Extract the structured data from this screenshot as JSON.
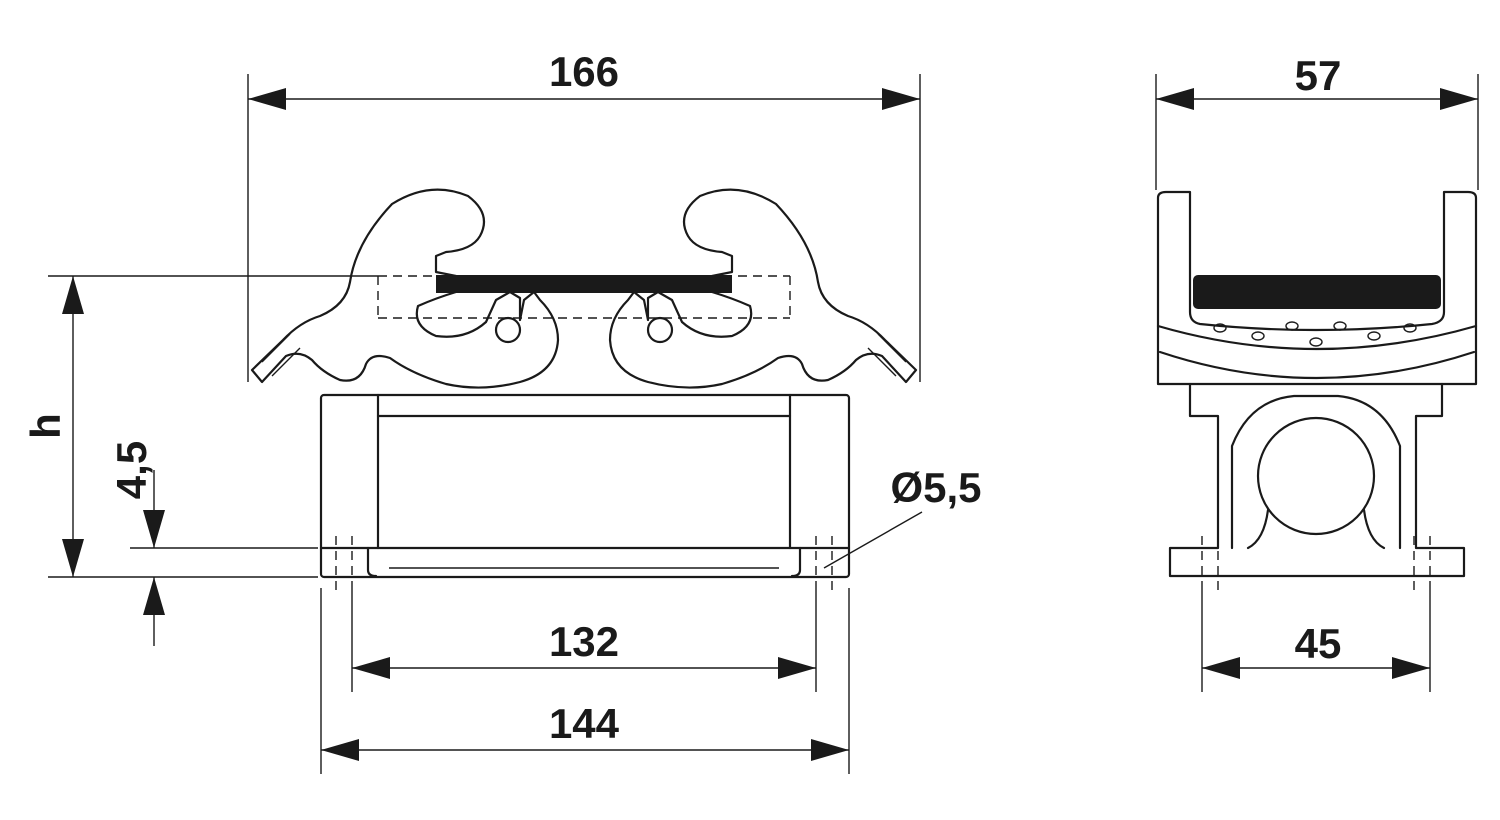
{
  "dimensions": {
    "overall_width": "166",
    "fixing_distance": "132",
    "base_width": "144",
    "height": "h",
    "base_thickness": "4,5",
    "hole_diameter": "Ø5,5",
    "side_width": "57",
    "side_fixing_distance": "45"
  }
}
